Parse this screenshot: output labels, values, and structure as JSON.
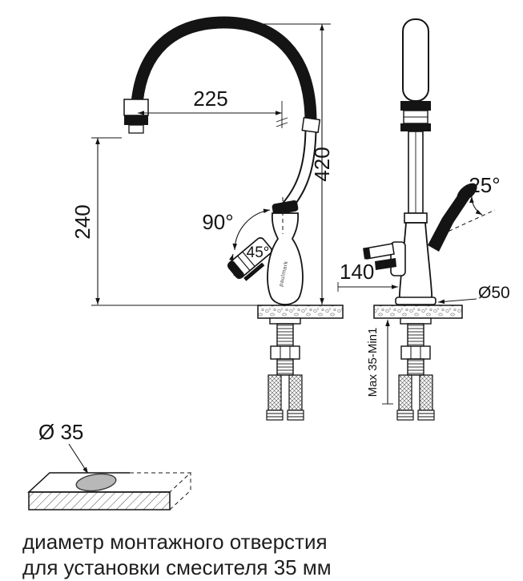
{
  "drawing": {
    "front_view": {
      "dim_width": "225",
      "dim_total_height": "420",
      "dim_spout_height": "240",
      "angle_swivel": "90°",
      "angle_spray": "45°",
      "brand": "paulmark"
    },
    "side_view": {
      "angle_lever": "25°",
      "dim_body": "140",
      "dia_base": "Ø50",
      "mount_thickness": "Max 35-Min1"
    },
    "hole_detail": {
      "dia_hole": "Ø 35"
    }
  },
  "caption": {
    "line1": "диаметр монтажного отверстия",
    "line2": "для установки смесителя 35 мм"
  },
  "colors": {
    "ink": "#141414",
    "hole_fill": "#b8b8b8",
    "background": "#ffffff"
  }
}
